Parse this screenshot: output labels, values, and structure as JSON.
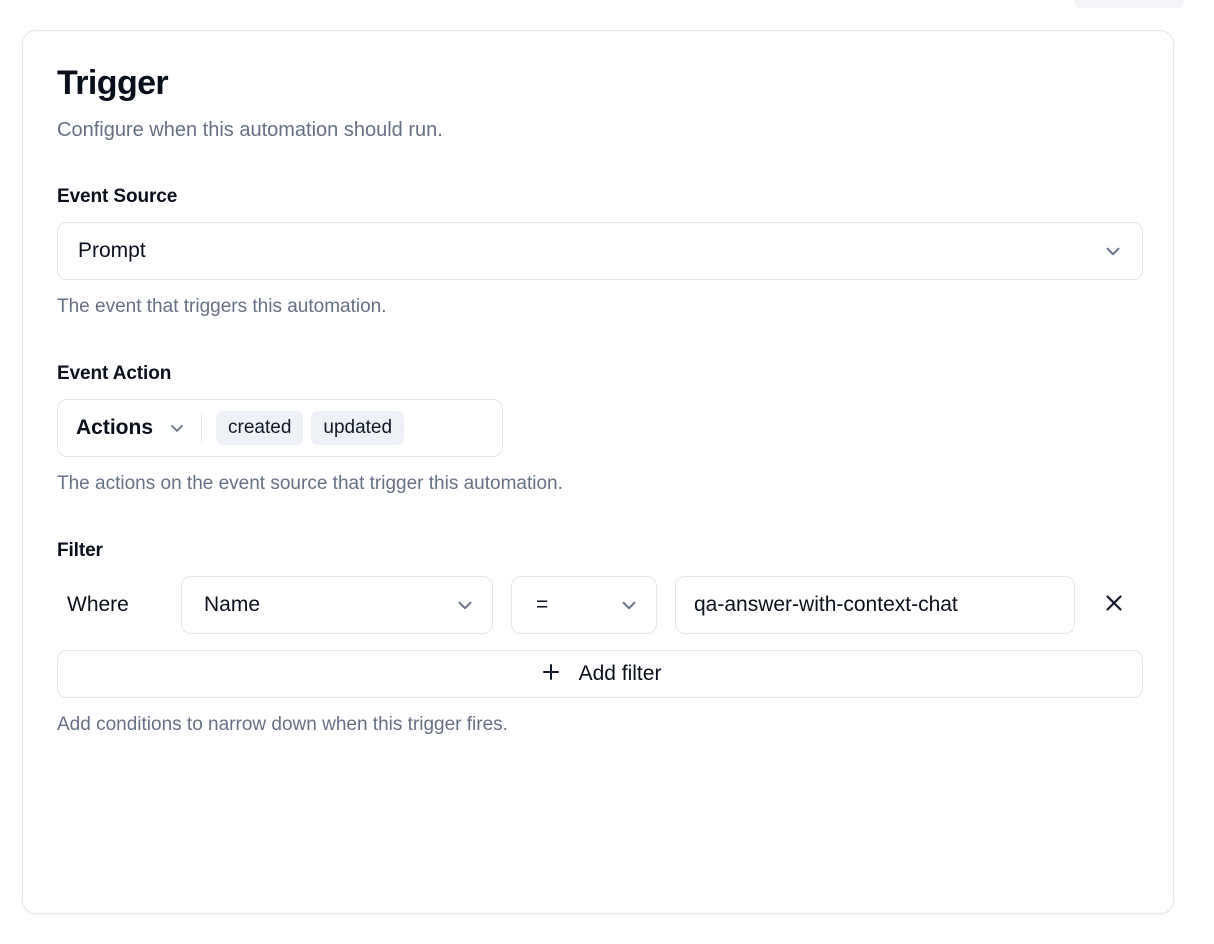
{
  "card": {
    "title": "Trigger",
    "subtitle": "Configure when this automation should run."
  },
  "event_source": {
    "label": "Event Source",
    "value": "Prompt",
    "help": "The event that triggers this automation.",
    "chevron_icon": "chevron-down-icon"
  },
  "event_action": {
    "label": "Event Action",
    "trigger_label": "Actions",
    "chevron_icon": "chevron-down-icon",
    "chips": [
      {
        "label": "created"
      },
      {
        "label": "updated"
      }
    ],
    "help": "The actions on the event source that trigger this automation."
  },
  "filter": {
    "label": "Filter",
    "where_label": "Where",
    "rows": [
      {
        "field": "Name",
        "operator": "=",
        "value": "qa-answer-with-context-chat",
        "remove_icon": "close-icon"
      }
    ],
    "add_label": "Add filter",
    "add_icon": "plus-icon",
    "help": "Add conditions to narrow down when this trigger fires."
  },
  "colors": {
    "border": "#e4e7ec",
    "text": "#0a0f1c",
    "muted": "#667085",
    "chip_bg": "#eef1f6",
    "icon": "#667085"
  }
}
